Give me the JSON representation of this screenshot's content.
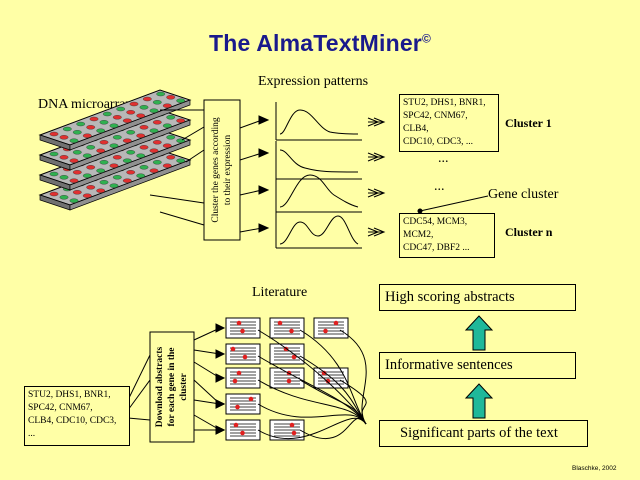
{
  "title": "The AlmaTextMiner",
  "title_mark": "©",
  "labels": {
    "expression_patterns": "Expression patterns",
    "dna_microarrays": "DNA microarrays",
    "cluster_genes": "Cluster the genes according",
    "cluster_genes_2": "to their expression",
    "literature": "Literature",
    "download_1": "Download abstracts",
    "download_2": "for each gene in the",
    "download_3": "cluster",
    "gene_cluster": "Gene cluster",
    "dots_1": "...",
    "dots_2": "..."
  },
  "clusters": {
    "cluster1_label": "Cluster 1",
    "cluster1_genes": [
      "STU2, DHS1, BNR1,",
      "SPC42, CNM67,",
      "CLB4,",
      "CDC10, CDC3, ..."
    ],
    "clustern_label": "Cluster n",
    "clustern_genes": [
      "CDC54, MCM3,",
      "MCM2,",
      "CDC47, DBF2 ..."
    ]
  },
  "input_genes": [
    "STU2, DHS1, BNR1,",
    "SPC42, CNM67,",
    "CLB4, CDC10, CDC3,",
    "..."
  ],
  "pipeline": {
    "high_scoring": "High scoring abstracts",
    "informative": "Informative sentences",
    "significant": "Significant parts of the text"
  },
  "credit": "Blaschke, 2002",
  "colors": {
    "background": "#ffffa6",
    "title": "#1a1a8c",
    "arrow_fill": "#1fb89a",
    "spot_red": "#e03030",
    "spot_green": "#30b050",
    "doc_dot": "#e02020"
  }
}
